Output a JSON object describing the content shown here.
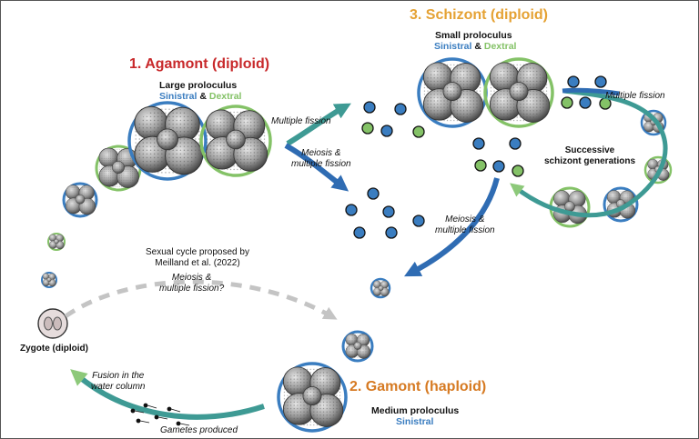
{
  "colors": {
    "agamont": "#c8292b",
    "schizont": "#e5a234",
    "gamont": "#d67a22",
    "sinistral": "#3a7dc0",
    "dextral": "#84c267",
    "arrow_blue": "#2f6cb3",
    "arrow_teal": "#3e9a94",
    "arrow_green": "#8dc97a",
    "dashed": "#c4c4c4"
  },
  "agamont": {
    "title": "1. Agamont (diploid)",
    "size_label": "Large proloculus",
    "sinistral": "Sinistral",
    "and": "&",
    "dextral": "Dextral"
  },
  "schizont": {
    "title": "3. Schizont (diploid)",
    "size_label": "Small proloculus",
    "sinistral": "Sinistral",
    "and": "&",
    "dextral": "Dextral"
  },
  "gamont": {
    "title": "2. Gamont (haploid)",
    "size_label": "Medium proloculus",
    "sinistral": "Sinistral"
  },
  "zygote": {
    "label": "Zygote (diploid)"
  },
  "labels": {
    "multiple_fission_1": "Multiple fission",
    "meiosis_1": [
      "Meiosis &",
      "multiple fission"
    ],
    "multiple_fission_2": "Multiple fission",
    "successive": [
      "Successive",
      "schizont generations"
    ],
    "meiosis_2": [
      "Meiosis &",
      "multiple fission"
    ],
    "sexual_cycle": [
      "Sexual cycle proposed by",
      "Meilland et al. (2022)"
    ],
    "meiosis_q": [
      "Meiosis &",
      "multiple fission?"
    ],
    "fusion": [
      "Fusion in the",
      "water column"
    ],
    "gametes": "Gametes produced"
  },
  "icons": [
    "foraminifera-shell-icon",
    "zygote-cell-icon",
    "gamete-icon",
    "offspring-dot-icon"
  ]
}
